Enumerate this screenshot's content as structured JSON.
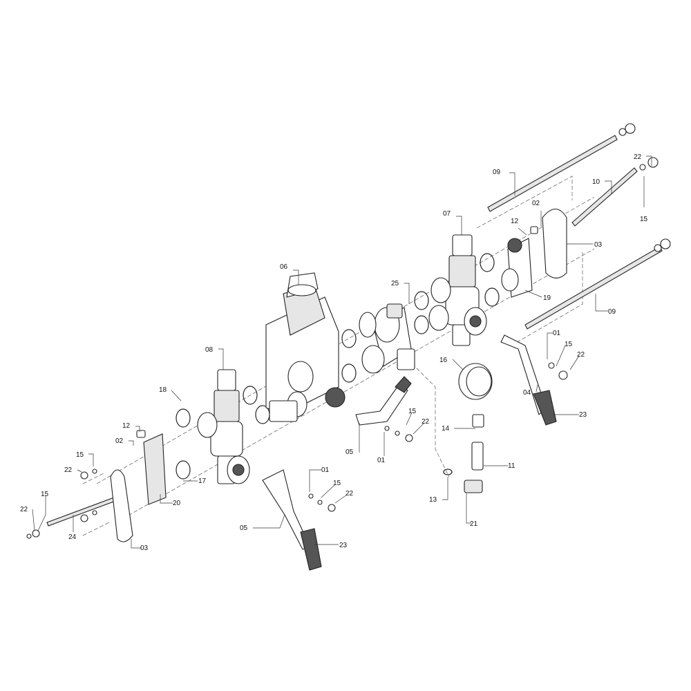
{
  "diagram": {
    "type": "exploded parts diagram",
    "labels": [
      "09",
      "22",
      "10",
      "07",
      "02",
      "12",
      "03",
      "15",
      "06",
      "25",
      "19",
      "09",
      "01",
      "15",
      "22",
      "08",
      "16",
      "04",
      "23",
      "18",
      "15",
      "22",
      "12",
      "14",
      "02",
      "05",
      "01",
      "15",
      "11",
      "22",
      "01",
      "15",
      "17",
      "13",
      "22",
      "20",
      "15",
      "22",
      "21",
      "05",
      "24",
      "03",
      "23"
    ]
  }
}
